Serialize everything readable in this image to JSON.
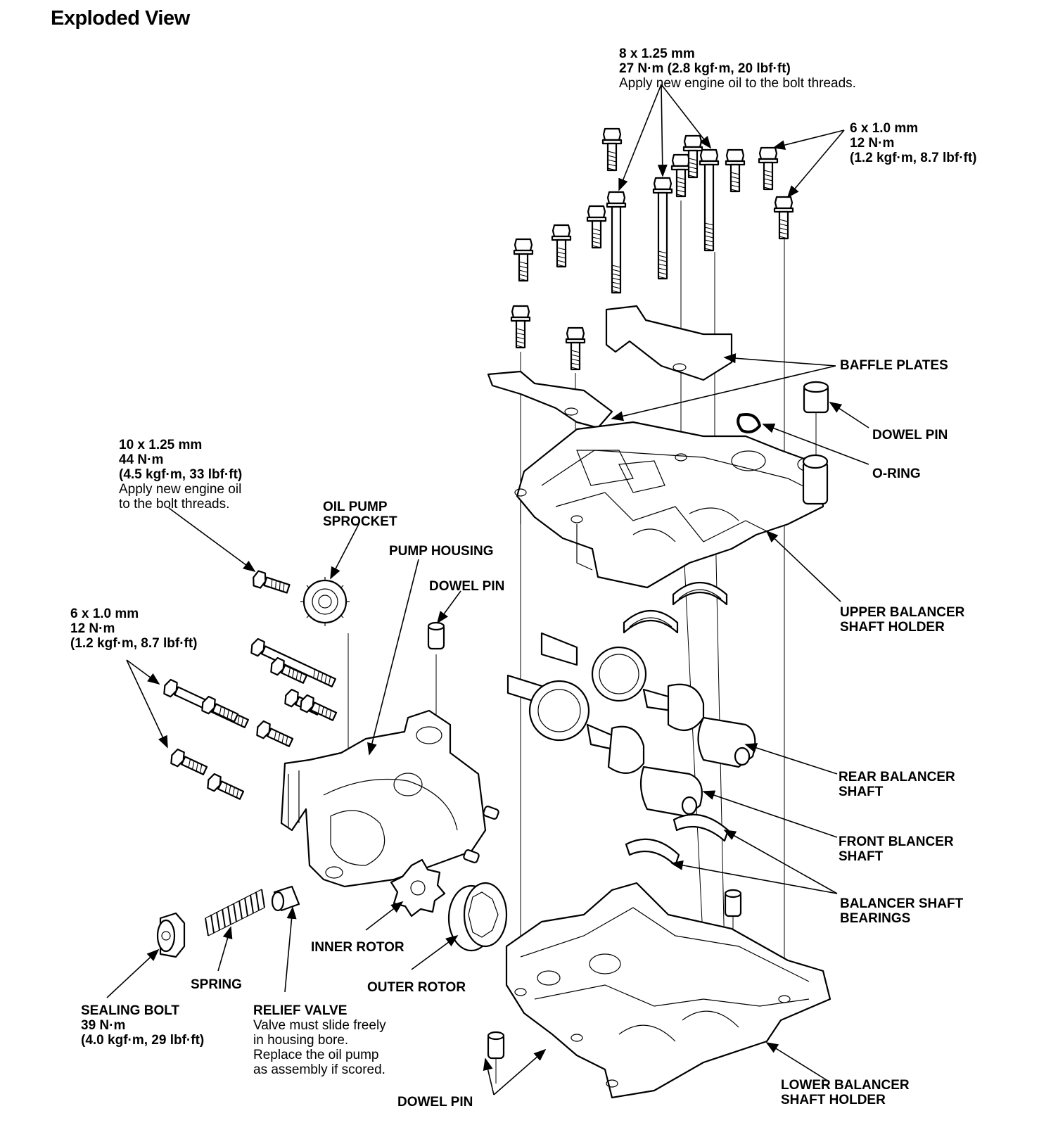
{
  "title": "Exploded View",
  "labels": {
    "top_bolts": [
      "8 x 1.25 mm",
      "27 N·m (2.8 kgf·m, 20 lbf·ft)",
      "Apply new engine oil to the bolt threads."
    ],
    "top_right_bolts": [
      "6 x 1.0 mm",
      "12 N·m",
      "(1.2 kgf·m, 8.7 lbf·ft)"
    ],
    "baffle_plates": "BAFFLE PLATES",
    "dowel_pin_upper_right": "DOWEL PIN",
    "o_ring": "O-RING",
    "upper_holder": [
      "UPPER BALANCER",
      "SHAFT HOLDER"
    ],
    "sprocket_bolt": [
      "10 x 1.25 mm",
      "44 N·m",
      "(4.5 kgf·m, 33 lbf·ft)",
      "Apply new engine oil",
      "to the bolt threads."
    ],
    "oil_pump_sprocket": [
      "OIL PUMP",
      "SPROCKET"
    ],
    "pump_housing": "PUMP HOUSING",
    "dowel_pin_pump": "DOWEL PIN",
    "pump_bolts": [
      "6 x 1.0 mm",
      "12 N·m",
      "(1.2 kgf·m, 8.7 lbf·ft)"
    ],
    "rear_shaft": [
      "REAR BALANCER",
      "SHAFT"
    ],
    "front_shaft": [
      "FRONT BLANCER",
      "SHAFT"
    ],
    "bearings": [
      "BALANCER SHAFT",
      "BEARINGS"
    ],
    "inner_rotor": "INNER ROTOR",
    "outer_rotor": "OUTER ROTOR",
    "spring": "SPRING",
    "sealing_bolt": [
      "SEALING BOLT",
      "39 N·m",
      "(4.0 kgf·m, 29 lbf·ft)"
    ],
    "relief_valve": [
      "RELIEF VALVE",
      "Valve must slide freely",
      "in housing bore.",
      "Replace the oil pump",
      "as assembly if scored."
    ],
    "dowel_pin_bottom": "DOWEL PIN",
    "lower_holder": [
      "LOWER BALANCER",
      "SHAFT HOLDER"
    ]
  }
}
